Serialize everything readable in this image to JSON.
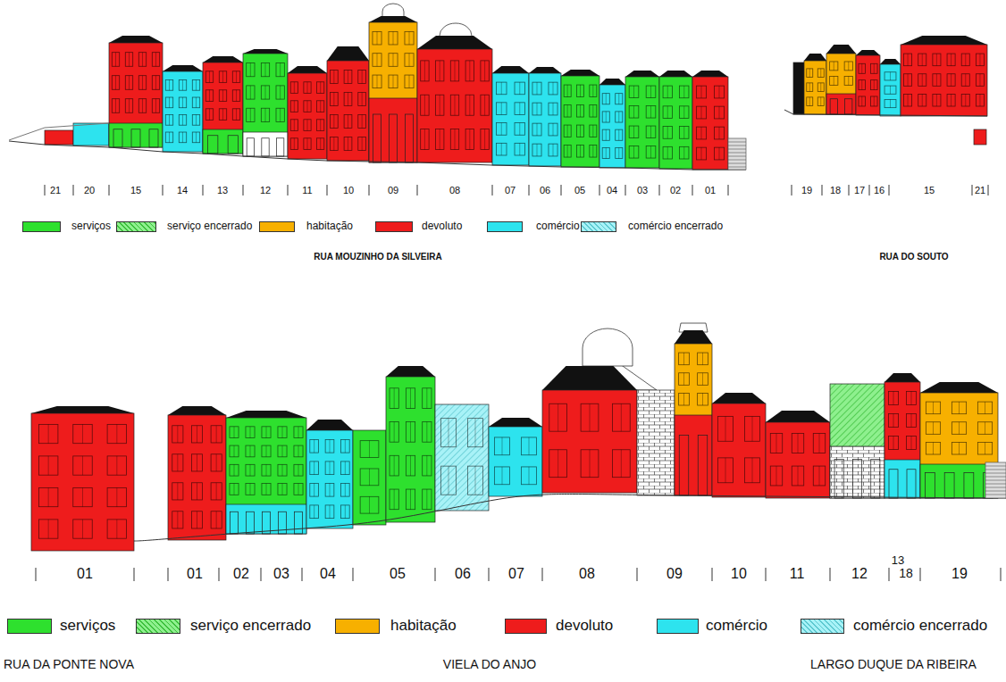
{
  "diagram": {
    "labels": [
      "21",
      "20",
      "15",
      "14",
      "13",
      "12",
      "11",
      "10",
      "09",
      "08",
      "07",
      "06",
      "05",
      "04",
      "03",
      "02",
      "01",
      "19",
      "18",
      "17",
      "16",
      "15",
      "21",
      "RUA MOUZINHO DA SILVEIRA",
      "RUA DO SOUTO",
      "01",
      "01",
      "02",
      "03",
      "04",
      "05",
      "06",
      "07",
      "08",
      "09",
      "10",
      "11",
      "12",
      "13",
      "18",
      "19",
      "RUA DA PONTE NOVA",
      "VIELA DO ANJO",
      "LARGO DUQUE DA RIBEIRA"
    ],
    "legend": [
      {
        "text": "serviços",
        "color": "#2ee02e"
      },
      {
        "text": "serviço encerrado"
      },
      {
        "text": "habitação",
        "color": "#f7b000"
      },
      {
        "text": "devoluto",
        "color": "#ee1c1c"
      },
      {
        "text": "comércio",
        "color": "#2de3ee"
      },
      {
        "text": "comércio encerrado"
      },
      {
        "text": "serviços",
        "color": "#2ee02e"
      },
      {
        "text": "serviço encerrado"
      },
      {
        "text": "habitação",
        "color": "#f7b000"
      },
      {
        "text": "devoluto",
        "color": "#ee1c1c"
      },
      {
        "text": "comércio",
        "color": "#2de3ee"
      },
      {
        "text": "comércio encerrado"
      }
    ]
  }
}
